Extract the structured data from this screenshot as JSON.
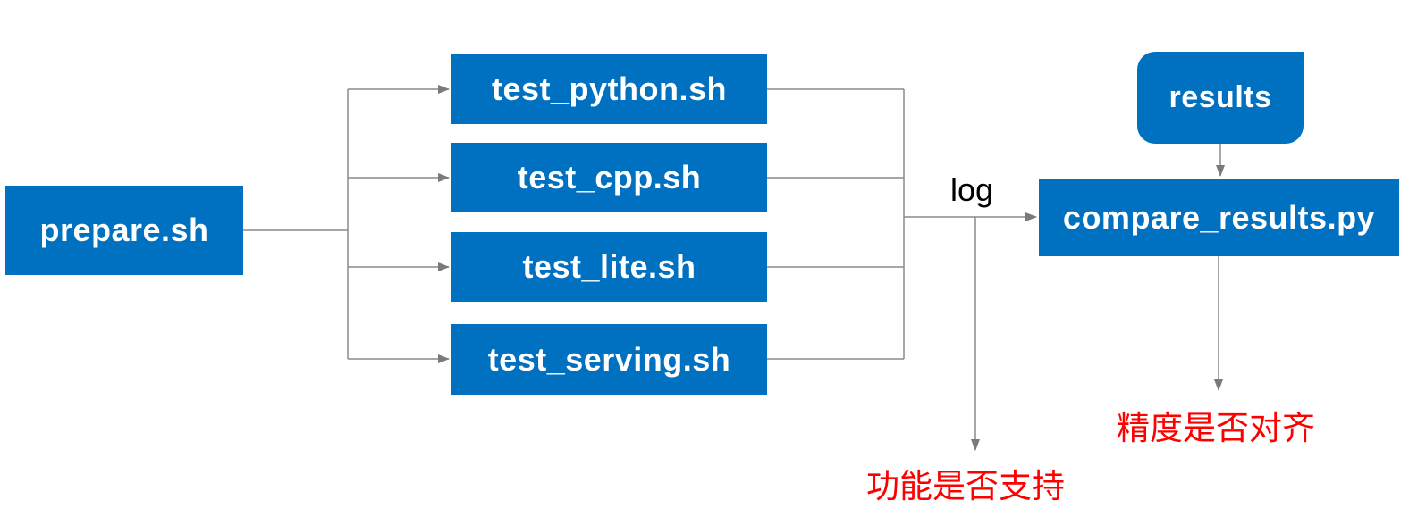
{
  "diagram": {
    "nodes": {
      "prepare": {
        "label": "prepare.sh"
      },
      "test_python": {
        "label": "test_python.sh"
      },
      "test_cpp": {
        "label": "test_cpp.sh"
      },
      "test_lite": {
        "label": "test_lite.sh"
      },
      "test_serving": {
        "label": "test_serving.sh"
      },
      "results": {
        "label": "results"
      },
      "compare_results": {
        "label": "compare_results.py"
      }
    },
    "edge_labels": {
      "log": "log"
    },
    "outcomes": {
      "function_support": {
        "label": "功能是否支持"
      },
      "precision_align": {
        "label": "精度是否对齐"
      }
    },
    "edges": [
      {
        "from": "prepare.sh",
        "to": "test_python.sh"
      },
      {
        "from": "prepare.sh",
        "to": "test_cpp.sh"
      },
      {
        "from": "prepare.sh",
        "to": "test_lite.sh"
      },
      {
        "from": "prepare.sh",
        "to": "test_serving.sh"
      },
      {
        "from": "test scripts merged output",
        "to": "compare_results.py",
        "label": "log"
      },
      {
        "from": "test scripts merged output",
        "to": "功能是否支持"
      },
      {
        "from": "results",
        "to": "compare_results.py"
      },
      {
        "from": "compare_results.py",
        "to": "精度是否对齐"
      }
    ],
    "colors": {
      "node_fill": "#0070C0",
      "node_text": "#FFFFFF",
      "connector": "#8A8A8A",
      "arrowhead": "#7A7A7A",
      "outcome_text": "#FF0000",
      "edge_label_text": "#000000",
      "background": "#FFFFFF"
    }
  }
}
